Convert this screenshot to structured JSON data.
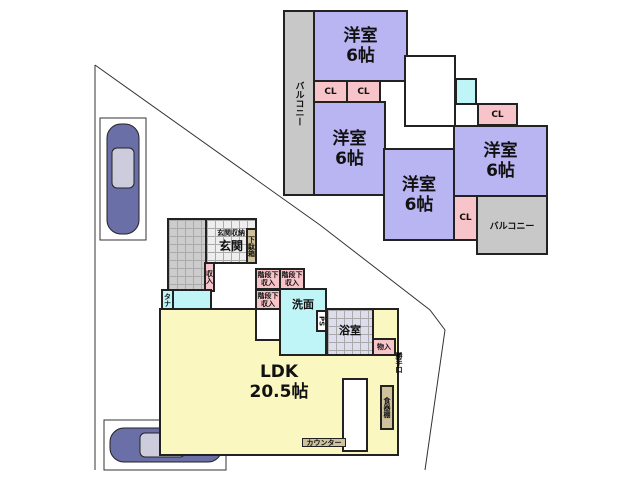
{
  "upper_floor": {
    "balcony_left": "バルコニー",
    "room_top": {
      "name": "洋室",
      "size": "6帖"
    },
    "cl_1": "CL",
    "cl_2": "CL",
    "cl_3": "CL",
    "cl_4": "CL",
    "room_left": {
      "name": "洋室",
      "size": "6帖"
    },
    "room_middle": {
      "name": "洋室",
      "size": "6帖"
    },
    "room_right": {
      "name": "洋室",
      "size": "6帖"
    },
    "balcony_right": "バルコニー"
  },
  "lower_floor": {
    "entrance_storage": "玄関収納",
    "entrance": "玄関",
    "shoe_box": "下駄箱",
    "storage_1": "収入",
    "shelf": "タナ",
    "under_stairs_1": "階段下収入",
    "under_stairs_2": "階段下収入",
    "under_stairs_3": "階段下収入",
    "washroom": "洗面",
    "ps": "PS",
    "bathroom": "浴室",
    "storage_2": "物入",
    "back_door": "勝手口",
    "ldk": {
      "name": "LDK",
      "size": "20.5帖"
    },
    "cupboard": "食器棚",
    "counter": "カウンター"
  },
  "colors": {
    "bedroom": "#b9b5f2",
    "closet": "#f7c4c9",
    "wet_area": "#bff5f7",
    "ldk": "#fbf7c0",
    "balcony": "#c8c8c8"
  }
}
